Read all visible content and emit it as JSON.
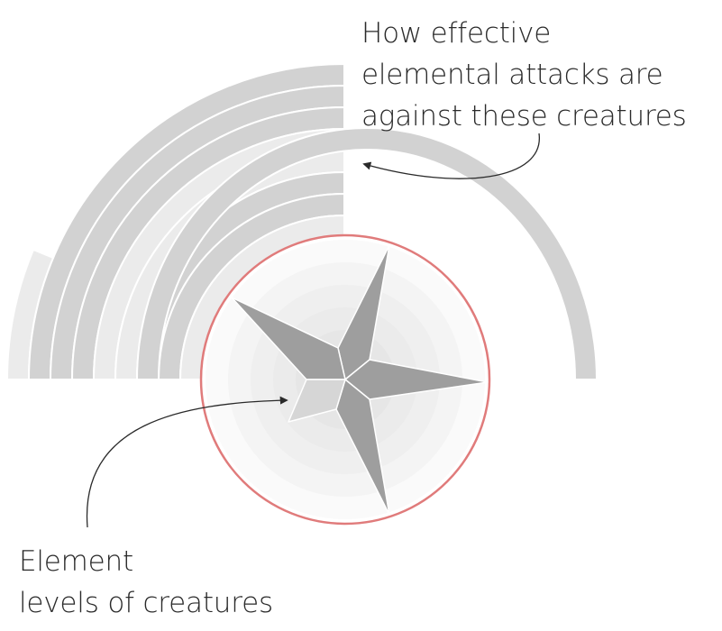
{
  "annotations": {
    "effectiveness": {
      "lines": [
        "How effective",
        "elemental attacks are",
        "against these creatures"
      ]
    },
    "element_levels": {
      "lines": [
        "Element",
        "levels of creatures"
      ]
    }
  },
  "colors": {
    "arc_fill": "#d2d2d2",
    "arc_fill_light": "#ebebeb",
    "arc_separator": "#ffffff",
    "circle_outline": "#e07b7b",
    "radar_ring_outer": "#f7f7f7",
    "radar_ring_inner": "#e6e6e6",
    "star_fill": "#9e9e9e",
    "star_fill_light": "#d6d6d6",
    "text": "#2a2a2a",
    "arrow": "#2a2a2a"
  },
  "icons": {
    "arrow_top": "curved-arrow-icon",
    "arrow_bottom": "curved-arrow-icon"
  }
}
